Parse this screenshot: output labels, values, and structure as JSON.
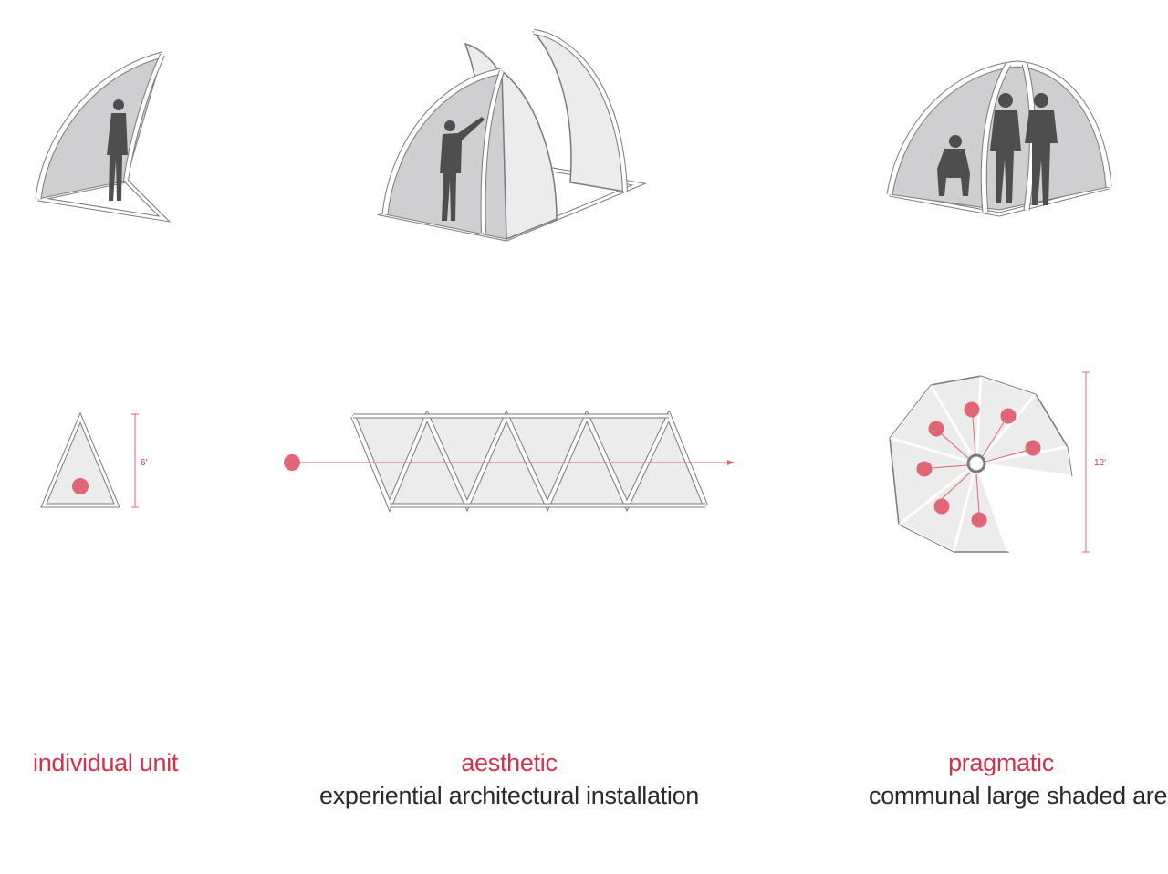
{
  "colors": {
    "accent": "#d0324a",
    "dot": "#e06676",
    "fabric_light": "#ececec",
    "fabric_shade": "#cfcfd1",
    "frame": "#ffffff",
    "outline": "#7a7a7a",
    "silhouette": "#4e4e4e",
    "caption": "#2a2a2a"
  },
  "icons": [
    "person-silhouette",
    "fabric-arch",
    "occupant-dot"
  ],
  "panels": {
    "individual": {
      "title": "individual unit",
      "subtitle": "",
      "dimension": "6′"
    },
    "aesthetic": {
      "title": "aesthetic",
      "subtitle": "experiential architectural installation"
    },
    "pragmatic": {
      "title": "pragmatic",
      "subtitle": "communal large shaded area",
      "dimension": "12′"
    }
  }
}
